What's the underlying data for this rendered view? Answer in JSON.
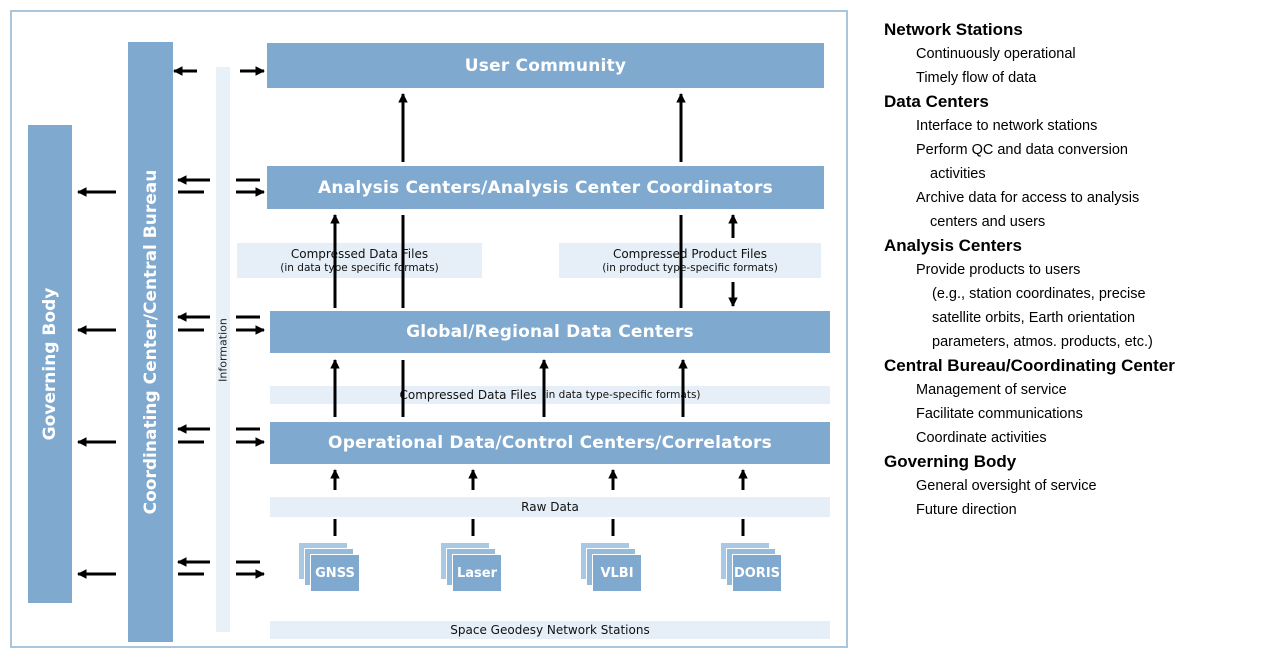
{
  "diagram": {
    "user_community": "User Community",
    "analysis_centers": "Analysis Centers/Analysis Center Coordinators",
    "data_centers": "Global/Regional Data Centers",
    "operational_centers": "Operational Data/Control Centers/Correlators",
    "governing_body": "Governing Body",
    "coordinating_center": "Coordinating Center/Central Bureau",
    "information": "Information",
    "compressed_data_files": "Compressed Data Files",
    "compressed_data_files_note": "(in data type specific formats)",
    "compressed_product_files": "Compressed Product Files",
    "compressed_product_files_note": "(in product type-specific formats)",
    "compressed_data_files_2": "Compressed Data Files",
    "compressed_data_files_2_note": "(in data type-specific formats)",
    "raw_data": "Raw Data",
    "stations": [
      "GNSS",
      "Laser",
      "VLBI",
      "DORIS"
    ],
    "network_stations": "Space Geodesy Network Stations"
  },
  "legend": [
    {
      "heading": "Network Stations",
      "items": [
        {
          "text": "Continuously operational"
        },
        {
          "text": "Timely flow of data"
        }
      ]
    },
    {
      "heading": "Data Centers",
      "items": [
        {
          "text": "Interface to network stations"
        },
        {
          "text": "Perform QC and data conversion"
        },
        {
          "text": "activities",
          "indent": 2
        },
        {
          "text": "Archive data for access to analysis"
        },
        {
          "text": "centers and users",
          "indent": 2
        }
      ]
    },
    {
      "heading": "Analysis Centers",
      "items": [
        {
          "text": "Provide products to users"
        },
        {
          "text": "(e.g., station coordinates, precise",
          "indent": 3
        },
        {
          "text": "satellite orbits, Earth orientation",
          "indent": 3
        },
        {
          "text": "parameters, atmos. products, etc.)",
          "indent": 3
        }
      ]
    },
    {
      "heading": "Central Bureau/Coordinating Center",
      "items": [
        {
          "text": "Management of service"
        },
        {
          "text": "Facilitate communications"
        },
        {
          "text": "Coordinate activities"
        }
      ]
    },
    {
      "heading": "Governing Body",
      "items": [
        {
          "text": "General oversight of service"
        },
        {
          "text": "Future direction"
        }
      ]
    }
  ],
  "colors": {
    "box": "#7fa9cf",
    "band": "#e6eff7",
    "frame": "#a9c6dc",
    "arrow": "#000000"
  }
}
